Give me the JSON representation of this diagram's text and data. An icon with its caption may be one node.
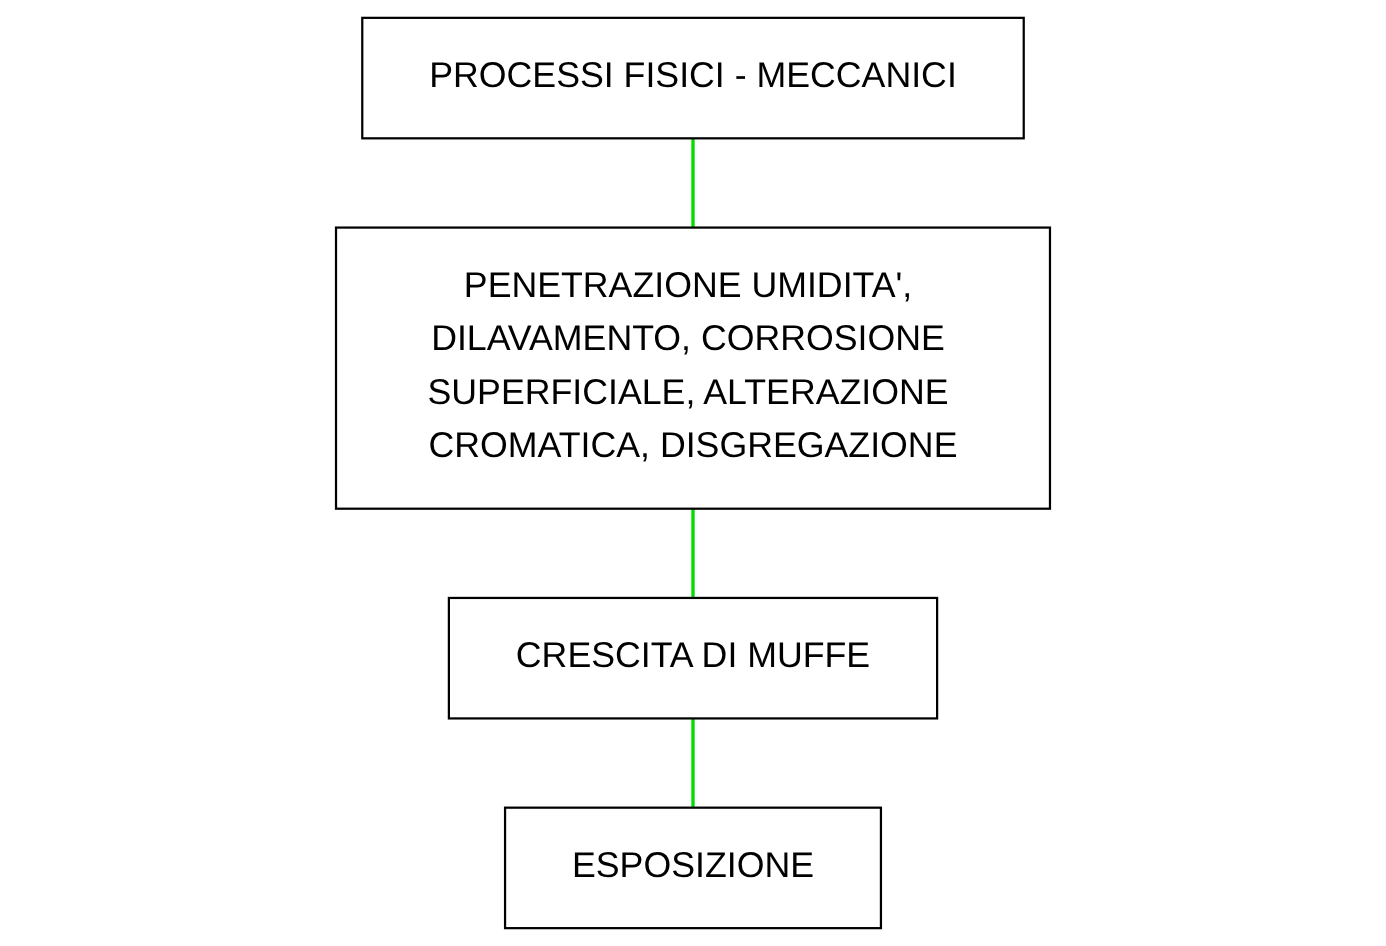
{
  "diagram": {
    "nodes": [
      {
        "text": [
          "PROCESSI FISICI - MECCANICI"
        ]
      },
      {
        "text": [
          "PENETRAZIONE UMIDITA', DILAVAMENTO, CORROSIONE SUPERFICIALE, ALTERAZIONE CROMATICA, DISGREGAZIONE"
        ]
      },
      {
        "text": [
          "CRESCITA DI MUFFE"
        ]
      },
      {
        "text": [
          "ESPOSIZIONE"
        ]
      }
    ],
    "edges": [
      {
        "from": 0,
        "to": 1,
        "arrow": "none"
      },
      {
        "from": 1,
        "to": 2,
        "arrow": "none"
      },
      {
        "from": 2,
        "to": 3,
        "arrow": "none"
      }
    ]
  }
}
